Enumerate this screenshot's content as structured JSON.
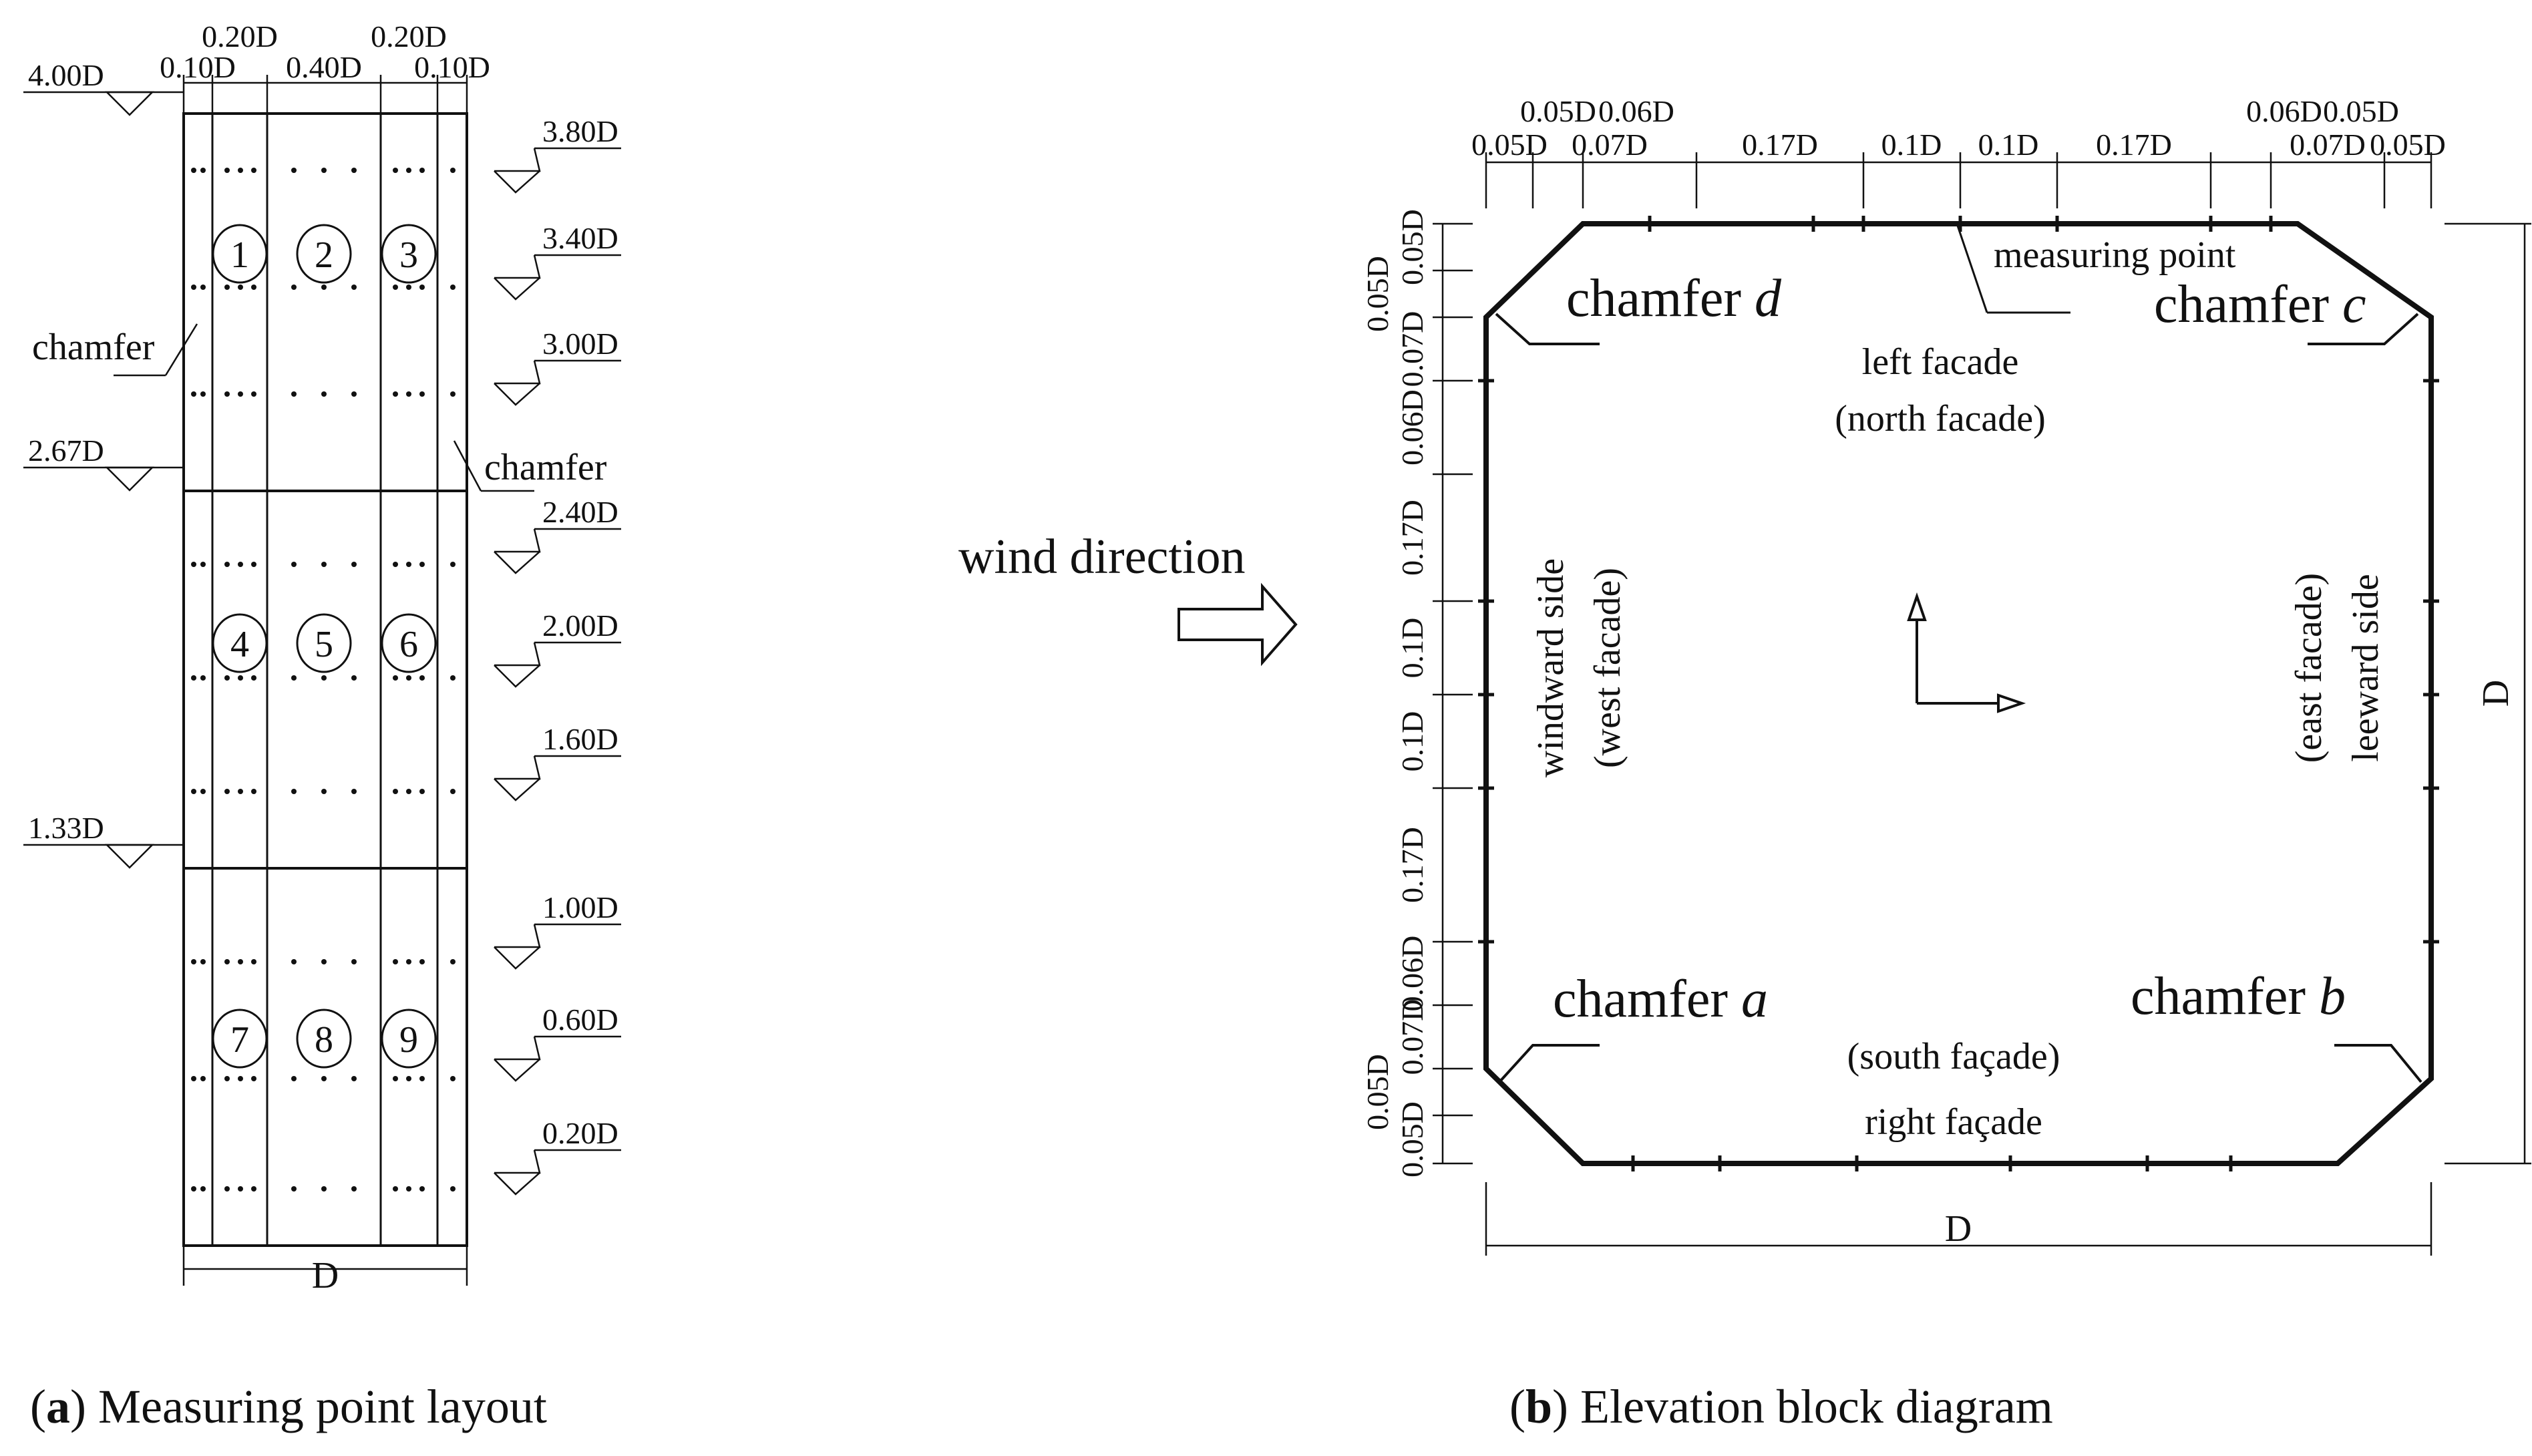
{
  "panel_a": {
    "col_dims_top": [
      "0.20D",
      "0.20D"
    ],
    "col_dims": [
      "0.10D",
      "0.40D",
      "0.10D"
    ],
    "left_levels": [
      "4.00D",
      "2.67D",
      "1.33D"
    ],
    "right_levels": [
      "3.80D",
      "3.40D",
      "3.00D",
      "2.40D",
      "2.00D",
      "1.60D",
      "1.00D",
      "0.60D",
      "0.20D"
    ],
    "zone_numbers": [
      "1",
      "2",
      "3",
      "4",
      "5",
      "6",
      "7",
      "8",
      "9"
    ],
    "chamfer_label": "chamfer",
    "width_label": "D",
    "caption_letter": "a",
    "caption_text": "Measuring point layout"
  },
  "arrow": {
    "label": "wind direction"
  },
  "panel_b": {
    "top_dims_upper": [
      "0.05D",
      "0.06D",
      "0.06D",
      "0.05D"
    ],
    "top_dims_lower": [
      "0.05D",
      "0.07D",
      "0.17D",
      "0.1D",
      "0.1D",
      "0.17D",
      "0.07D",
      "0.05D"
    ],
    "left_dims": [
      "0.05D",
      "0.05D",
      "0.07D",
      "0.06D",
      "0.17D",
      "0.1D",
      "0.1D",
      "0.17D",
      "0.06D",
      "0.07D",
      "0.05D",
      "0.05D"
    ],
    "measuring_point": "measuring point",
    "chamfer_word": "chamfer",
    "chamfer_a": "a",
    "chamfer_b": "b",
    "chamfer_c": "c",
    "chamfer_d": "d",
    "north_1": "left facade",
    "north_2": "(north facade)",
    "south_1": "(south façade)",
    "south_2": "right façade",
    "west_1": "windward side",
    "west_2": "(west facade)",
    "east_1": "(east facade)",
    "east_2": "leeward side",
    "width_label": "D",
    "height_label": "D",
    "caption_letter": "b",
    "caption_text": "Elevation block diagram"
  }
}
